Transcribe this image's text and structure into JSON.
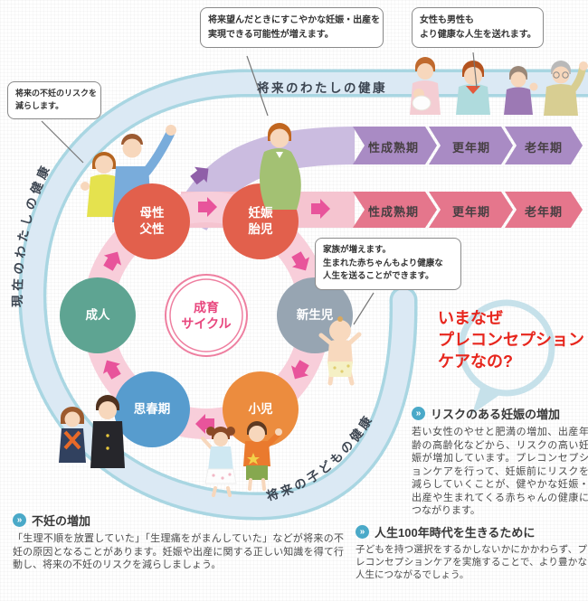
{
  "bubbles": {
    "top_center": {
      "lines": [
        "将来望んだときにすこやかな妊娠・出産を",
        "実現できる可能性が増えます。"
      ]
    },
    "top_right": {
      "lines": [
        "女性も男性も",
        "より健康な人生を送れます。"
      ]
    },
    "left": {
      "lines": [
        "将来の不妊のリスクを",
        "減らします。"
      ]
    },
    "family": {
      "lines": [
        "家族が増えます。",
        "生まれた赤ちゃんもより健康な",
        "人生を送ることができます。"
      ]
    }
  },
  "bands": {
    "future_self": "将来のわたしの健康",
    "current_self": "現在のわたしの健康",
    "future_child": "将来の子どもの健康"
  },
  "timeline": {
    "purple": {
      "stages": [
        "性成熟期",
        "更年期",
        "老年期"
      ]
    },
    "pink": {
      "stages": [
        "性成熟期",
        "更年期",
        "老年期"
      ]
    }
  },
  "cycle": {
    "center": {
      "line1": "成育",
      "line2": "サイクル"
    },
    "stages": [
      {
        "line1": "母性",
        "line2": "父性",
        "color": "#e2604c"
      },
      {
        "line1": "妊娠",
        "line2": "胎児",
        "color": "#e2604c"
      },
      {
        "line1": "新生児",
        "line2": "",
        "color": "#97a5b2"
      },
      {
        "line1": "小児",
        "line2": "",
        "color": "#ec8c3e"
      },
      {
        "line1": "思春期",
        "line2": "",
        "color": "#579cce"
      },
      {
        "line1": "成人",
        "line2": "",
        "color": "#5ea492"
      }
    ]
  },
  "callout": {
    "lines": [
      "いまなぜ",
      "プレコンセプション",
      "ケアなの?"
    ]
  },
  "badge_glyph": "»",
  "sections": {
    "risky_pregnancy": {
      "title": "リスクのある妊娠の増加",
      "body": "若い女性のやせと肥満の増加、出産年齢の高齢化などから、リスクの高い妊娠が増加しています。プレコンセプションケアを行って、妊娠前にリスクを減らしていくことが、健やかな妊娠・出産や生まれてくる赤ちゃんの健康につながります。"
    },
    "infertility": {
      "title": "不妊の増加",
      "body": "「生理不順を放置していた」「生理痛をがまんしていた」などが将来の不妊の原因となることがあります。妊娠や出産に関する正しい知識を得て行動し、将来の不妊のリスクを減らしましょう。"
    },
    "life100": {
      "title": "人生100年時代を生きるために",
      "body": "子どもを持つ選択をするかしないかにかかわらず、プレコンセプションケアを実施することで、より豊かな人生につながるでしょう。"
    }
  },
  "colors": {
    "band_blue": "#dbe9f4",
    "band_dash": "#a9d6e2",
    "ring_pink": "#f8ceda",
    "arrow_pink": "#e8549b",
    "purple_stage": "#a98bc4",
    "purple_light": "#cbbce0",
    "pink_stage": "#e5768c",
    "pink_light": "#f5c4d0",
    "badge_teal": "#4aa9c8",
    "callout_red": "#e7261d"
  }
}
